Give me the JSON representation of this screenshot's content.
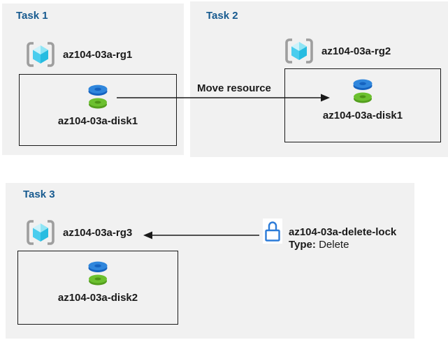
{
  "colors": {
    "panel_background": "#F1F1F1",
    "task_heading_blue": "#175A8F",
    "box_border_black": "#1A1A1A",
    "arrow_black": "#1A1A1A",
    "lock_blue": "#2B7BD8",
    "disk_blue_top": "#2F86DC",
    "disk_blue_side": "#1563C0",
    "disk_green_top": "#6CC02F",
    "disk_green_side": "#549F1E",
    "cube_cyan_light": "#CDF3FB",
    "cube_cyan_mid": "#8FE5F5",
    "cube_cyan_deep": "#27BCE1",
    "bracket_gray": "#9E9E9E"
  },
  "icons": {
    "resource_group": "resource-group-icon",
    "disk": "disk-icon",
    "lock": "lock-icon"
  },
  "tasks": {
    "task1": {
      "title": "Task 1",
      "resource_group": "az104-03a-rg1",
      "disk": "az104-03a-disk1"
    },
    "task2": {
      "title": "Task 2",
      "resource_group": "az104-03a-rg2",
      "disk": "az104-03a-disk1"
    },
    "task3": {
      "title": "Task 3",
      "resource_group": "az104-03a-rg3",
      "disk": "az104-03a-disk2",
      "lock_name": "az104-03a-delete-lock",
      "lock_type_label": "Type:",
      "lock_type_value": "Delete"
    }
  },
  "arrows": {
    "move_label": "Move resource"
  }
}
